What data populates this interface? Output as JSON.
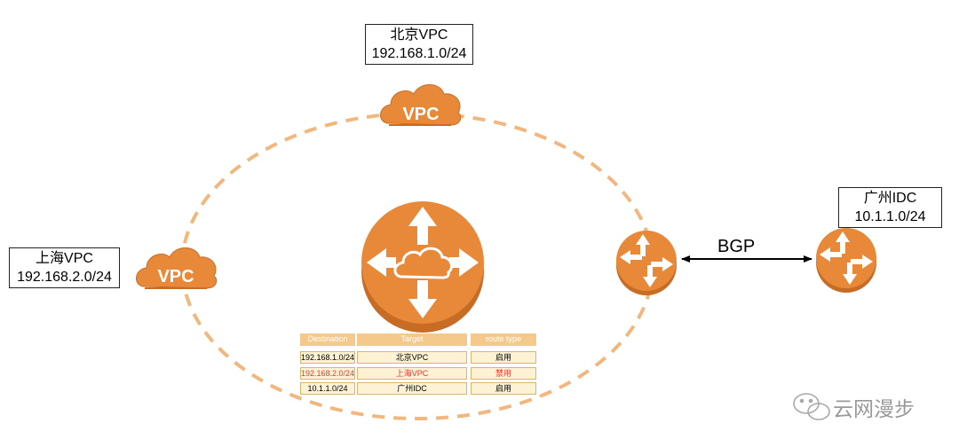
{
  "nodes": {
    "beijing": {
      "name": "北京VPC",
      "cidr": "192.168.1.0/24",
      "icon_text": "VPC"
    },
    "shanghai": {
      "name": "上海VPC",
      "cidr": "192.168.2.0/24",
      "icon_text": "VPC"
    },
    "guangzhou": {
      "name": "广州IDC",
      "cidr": "10.1.1.0/24"
    }
  },
  "link": {
    "label": "BGP"
  },
  "route_table": {
    "headers": [
      "Destination",
      "Target",
      "route type"
    ],
    "rows": [
      {
        "destination": "192.168.1.0/24",
        "target": "北京VPC",
        "type": "启用"
      },
      {
        "destination": "192.168.2.0/24",
        "target": "上海VPC",
        "type": "禁用"
      },
      {
        "destination": "10.1.1.0/24",
        "target": "广州IDC",
        "type": "启用"
      }
    ]
  },
  "watermark": "云网漫步",
  "colors": {
    "orange": "#e8893a",
    "orange_dark": "#c76c25",
    "ring_dash": "#f1b77e",
    "table_header": "#f5c98c",
    "disabled_text": "#e03a2f"
  }
}
